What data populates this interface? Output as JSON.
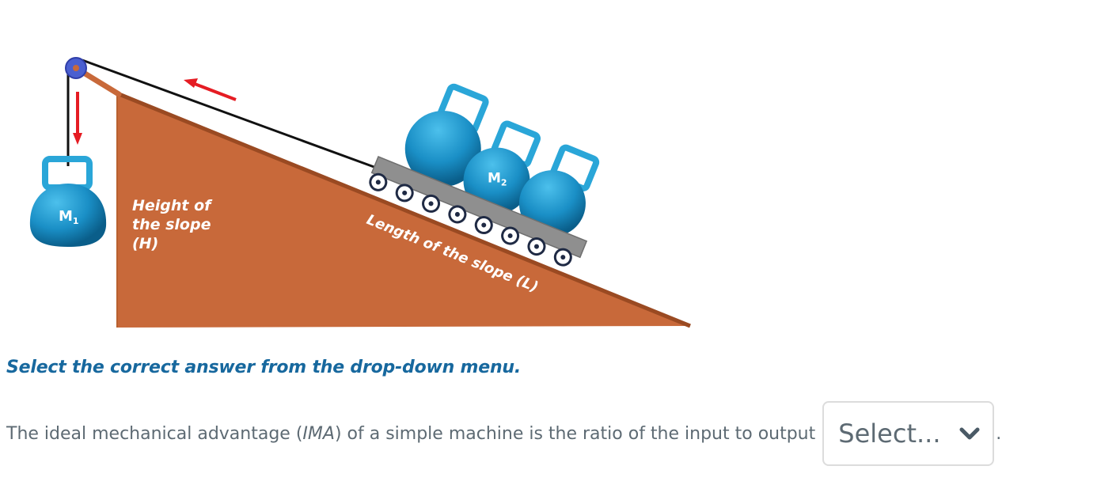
{
  "diagram": {
    "mass_1": {
      "letter": "M",
      "subscript": "1"
    },
    "mass_2": {
      "letter": "M",
      "subscript": "2"
    },
    "height_label": [
      "Height of",
      "the slope",
      "(H)"
    ],
    "length_label": "Length of the slope (L)",
    "colors": {
      "slope": "#c8693a",
      "mass": "#1a8fc6",
      "cart": "#8f8f8f",
      "pulley": "#4a5fd0",
      "arrow": "#e51c23",
      "rope": "#111111"
    }
  },
  "instruction": "Select the correct answer from the drop-down menu.",
  "question": {
    "text_before": "The ideal mechanical advantage (",
    "term": "IMA",
    "text_after": ") of a simple machine is the ratio of the input to output",
    "end": "."
  },
  "dropdown": {
    "selected": "Select...",
    "icon": "chevron-down-icon"
  }
}
